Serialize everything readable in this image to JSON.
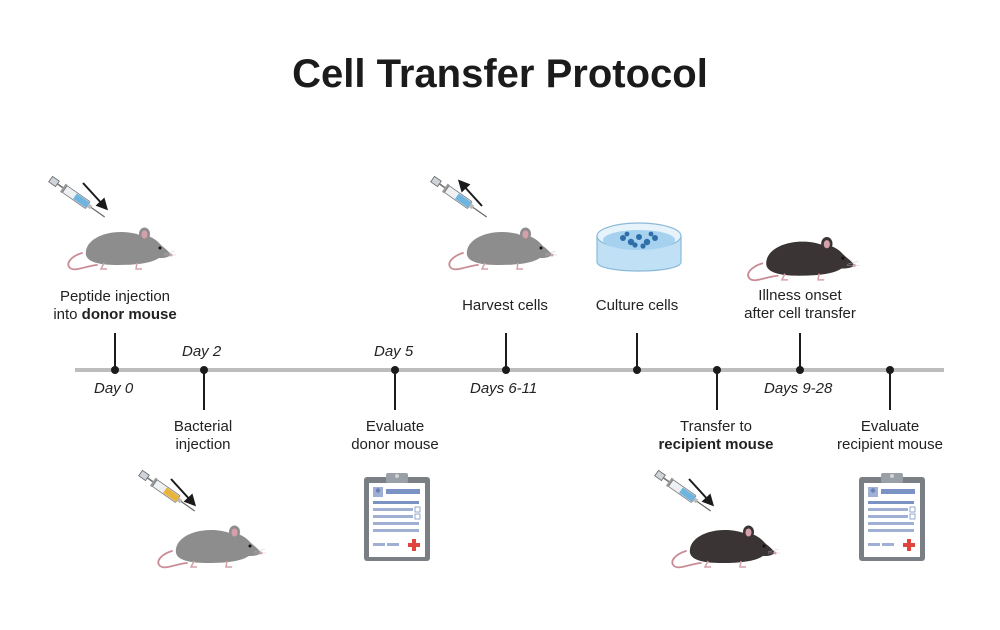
{
  "title": "Cell Transfer Protocol",
  "timeline": {
    "day_labels": {
      "day0": "Day 0",
      "day2": "Day 2",
      "day5": "Day 5",
      "days6_11": "Days 6-11",
      "days9_28": "Days 9-28"
    },
    "events": {
      "peptide_line1": "Peptide injection",
      "peptide_line2_prefix": "into ",
      "peptide_line2_bold": "donor mouse",
      "bacterial_line1": "Bacterial",
      "bacterial_line2": "injection",
      "evaluate_donor_line1": "Evaluate",
      "evaluate_donor_line2": "donor mouse",
      "harvest": "Harvest cells",
      "culture": "Culture cells",
      "transfer_line1": "Transfer to",
      "transfer_line2_bold": "recipient mouse",
      "illness_line1": "Illness onset",
      "illness_line2": "after cell transfer",
      "evaluate_recipient_line1": "Evaluate",
      "evaluate_recipient_line2": "recipient mouse"
    }
  },
  "icons": {
    "syringe_blue": "syringe-icon",
    "syringe_yellow": "syringe-icon",
    "gray_mouse": "gray-mouse-icon",
    "black_mouse": "black-mouse-icon",
    "petri_dish": "petri-dish-icon",
    "clipboard": "clipboard-icon"
  },
  "colors": {
    "axis": "#bdbdbd",
    "marker": "#1b1b1b",
    "gray_mouse": "#8d8d8d",
    "black_mouse": "#3a3434",
    "syringe_blue_fluid": "#6fb4df",
    "syringe_yellow_fluid": "#e9b43a",
    "petri": "#a6d2f0",
    "clipboard_frame": "#7a7f86",
    "clipboard_header": "#7a93c4",
    "red_cross": "#e0453d"
  }
}
